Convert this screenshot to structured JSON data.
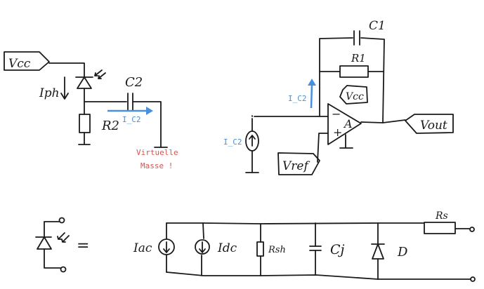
{
  "colors": {
    "ink": "#1a1a1a",
    "annotation_blue": "#4a8fdc",
    "annotation_red": "#d9534f"
  },
  "circuit1": {
    "vcc_label": "Vcc",
    "iph_label": "Iph",
    "c2_label": "C2",
    "r2_label": "R2",
    "current_label": "I_C2",
    "virtual_ground_line1": "Virtuelle",
    "virtual_ground_line2": "Masse !"
  },
  "circuit2": {
    "c1_label": "C1",
    "r1_label": "R1",
    "vcc_label": "Vcc",
    "current_label_arrow": "I_C2",
    "current_source_label": "I_C2",
    "opamp_label": "A",
    "minus": "−",
    "plus": "+",
    "vout_label": "Vout",
    "vref_label": "Vref"
  },
  "equivalent": {
    "equals": "=",
    "iac_label": "Iac",
    "idc_label": "Idc",
    "rsh_label": "Rsh",
    "cj_label": "Cj",
    "d_label": "D",
    "rs_label": "Rs"
  }
}
